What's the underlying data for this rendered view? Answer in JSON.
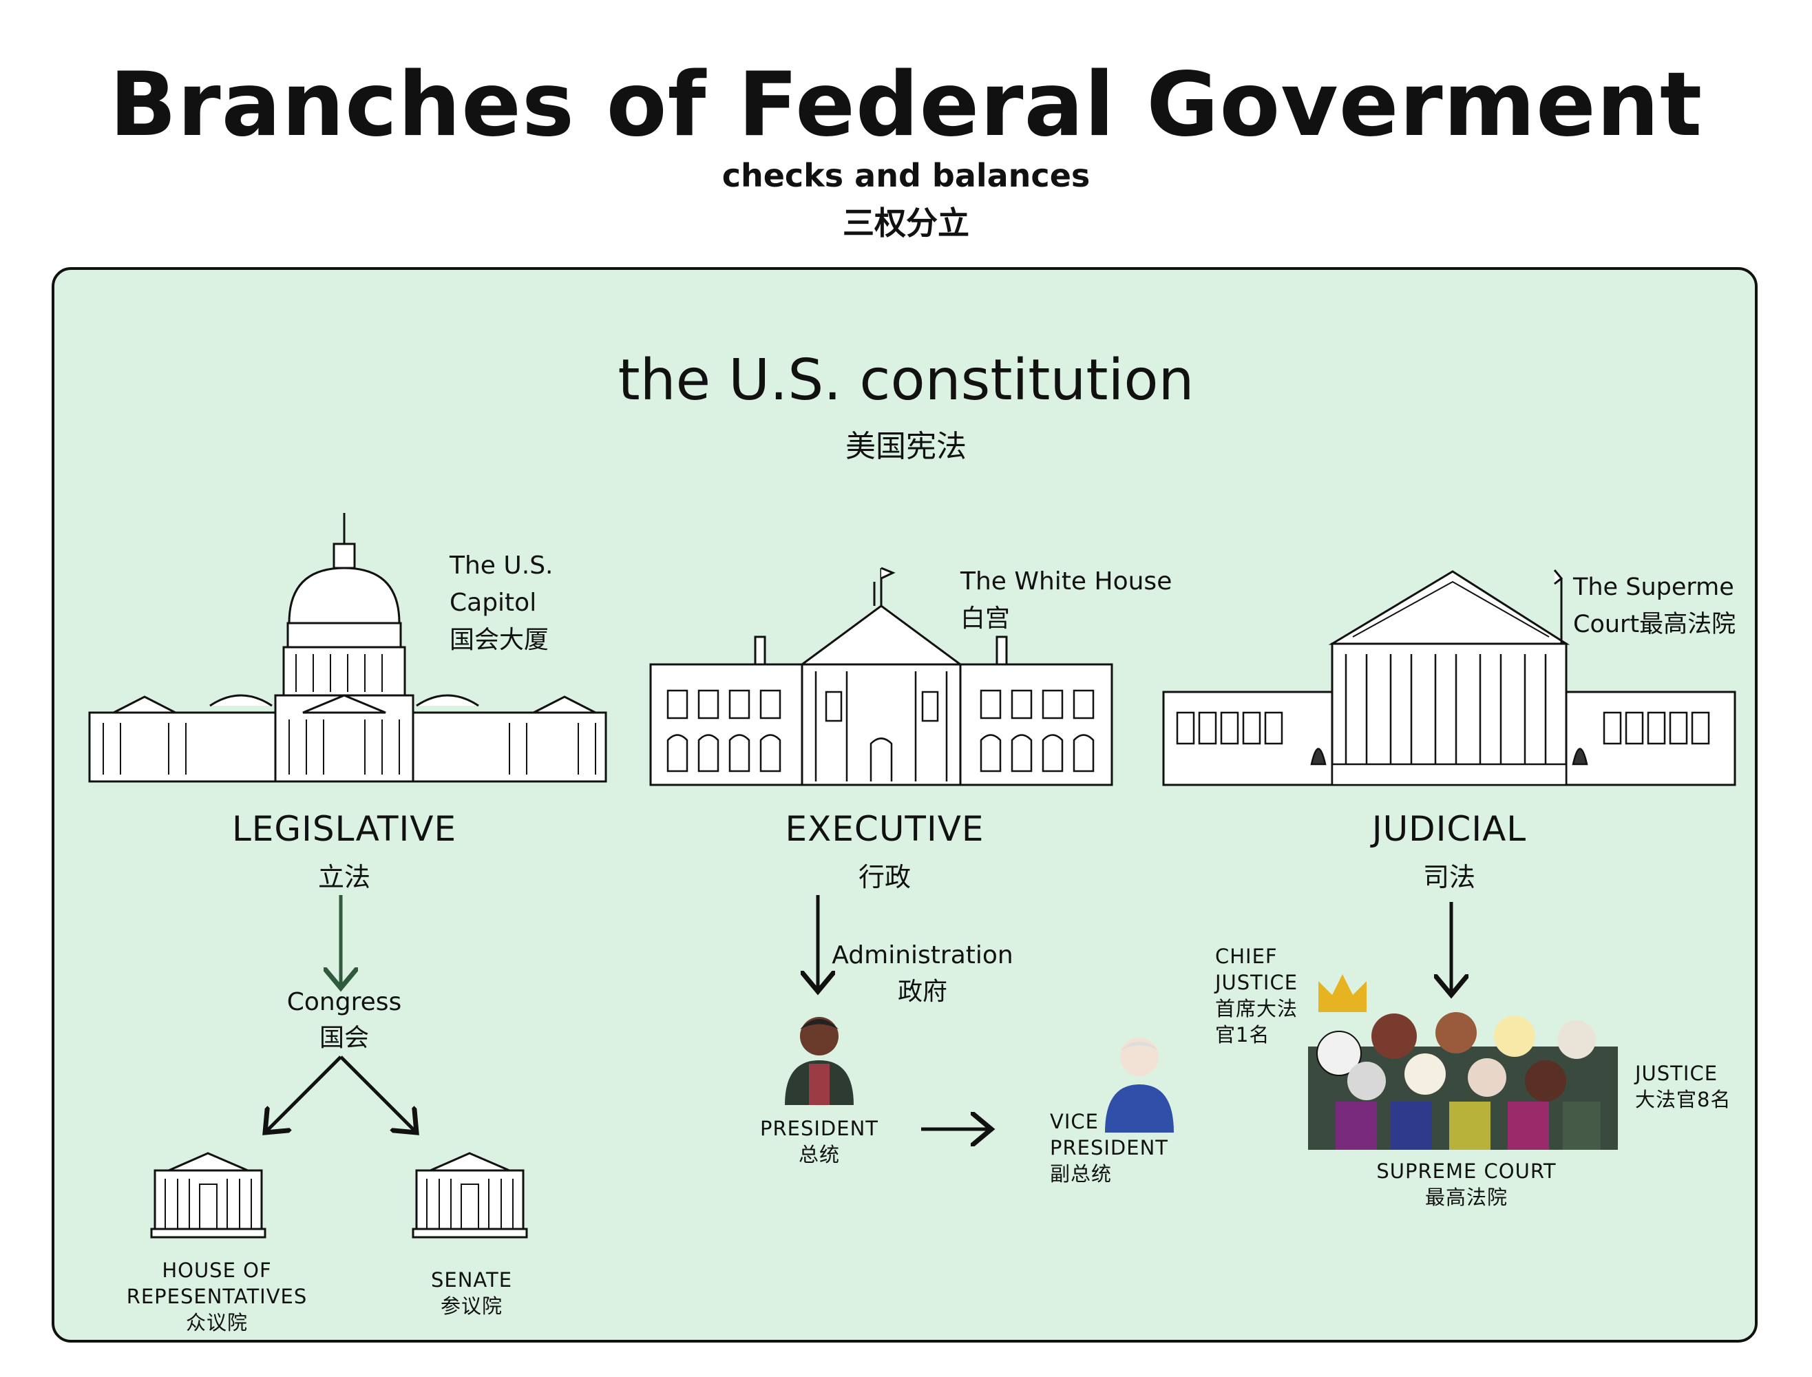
{
  "header": {
    "title": "Branches of Federal Goverment",
    "subtitle_en": "checks and balances",
    "subtitle_zh": "三权分立"
  },
  "constitution": {
    "title_en": "the U.S. constitution",
    "title_zh": "美国宪法"
  },
  "legislative": {
    "building_en_1": "The U.S.",
    "building_en_2": "Capitol",
    "building_zh": "国会大厦",
    "branch_en": "LEGISLATIVE",
    "branch_zh": "立法",
    "congress_en": "Congress",
    "congress_zh": "国会",
    "house_en_1": "HOUSE OF",
    "house_en_2": "REPESENTATIVES",
    "house_zh": "众议院",
    "senate_en": "SENATE",
    "senate_zh": "参议院"
  },
  "executive": {
    "building_en": "The White House",
    "building_zh": "白宫",
    "branch_en": "EXECUTIVE",
    "branch_zh": "行政",
    "admin_en": "Administration",
    "admin_zh": "政府",
    "president_en": "PRESIDENT",
    "president_zh": "总统",
    "vp_en_1": "VICE",
    "vp_en_2": "PRESIDENT",
    "vp_zh": "副总统"
  },
  "judicial": {
    "building_en_1": "The Superme",
    "building_en_2": "Court",
    "building_zh": "最高法院",
    "branch_en": "JUDICIAL",
    "branch_zh": "司法",
    "chief_en_1": "CHIEF",
    "chief_en_2": "JUSTICE",
    "chief_zh_1": "首席大法",
    "chief_zh_2": "官1名",
    "justice_en": "JUSTICE",
    "justice_zh": "大法官8名",
    "court_en": "SUPREME COURT",
    "court_zh": "最高法院"
  },
  "colors": {
    "panel_bg": "#dbf2e3",
    "arrow_green": "#2f5a3c",
    "ink": "#111111"
  }
}
